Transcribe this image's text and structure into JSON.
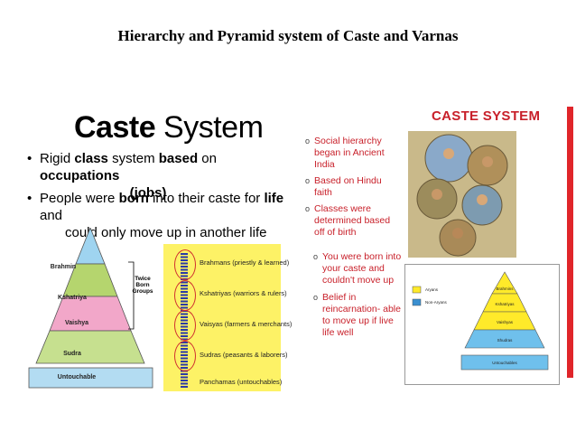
{
  "slide": {
    "title": "Hierarchy and Pyramid system of Caste and Varnas"
  },
  "left_panel": {
    "title_bold": "Caste",
    "title_rest": " System",
    "bullet1_a": "Rigid ",
    "bullet1_b": "class",
    "bullet1_c": " system ",
    "bullet1_d": "based",
    "bullet1_e": " on ",
    "bullet1_f": "occupations",
    "bullet1_line2": "(jobs)",
    "bullet2_a": "People were ",
    "bullet2_b": "born",
    "bullet2_c": " into their caste for ",
    "bullet2_d": "life",
    "bullet2_e": " and",
    "bullet2_line2": "could only move up in another life"
  },
  "left_pyramid": {
    "levels": [
      "Brahmin",
      "Kshatriya",
      "Vaishya",
      "Sudra",
      "Untouchable"
    ],
    "colors": [
      "#9fd4f0",
      "#b5d56e",
      "#f2a7c9",
      "#c6e08f",
      "#b3dcf2"
    ],
    "side_label_1": "Twice",
    "side_label_2": "Born",
    "side_label_3": "Groups"
  },
  "varna_list": {
    "items": [
      "Brahmans (priestly & learned)",
      "Kshatriyas (warriors & rulers)",
      "Vaisyas (farmers & merchants)",
      "Sudras (peasants & laborers)",
      "Panchamas (untouchables)"
    ]
  },
  "right_panel": {
    "heading": "CASTE SYSTEM",
    "bullets": [
      [
        "Social hierarchy",
        "began in Ancient",
        "India"
      ],
      [
        "Based on Hindu",
        "faith"
      ],
      [
        "Classes were",
        "determined based",
        "off of birth"
      ]
    ],
    "sub_bullets": [
      [
        "You were born into",
        "your caste and",
        "couldn't move up"
      ],
      [
        "Belief in",
        "reincarnation- able",
        "to move up if live",
        "life well"
      ]
    ]
  },
  "right_pyramid": {
    "legend": [
      "Aryans",
      "Non-Aryans"
    ],
    "levels": [
      "Brahmins",
      "Kshatriyas",
      "Vaishyas",
      "Shudras",
      "Untouchables"
    ]
  }
}
